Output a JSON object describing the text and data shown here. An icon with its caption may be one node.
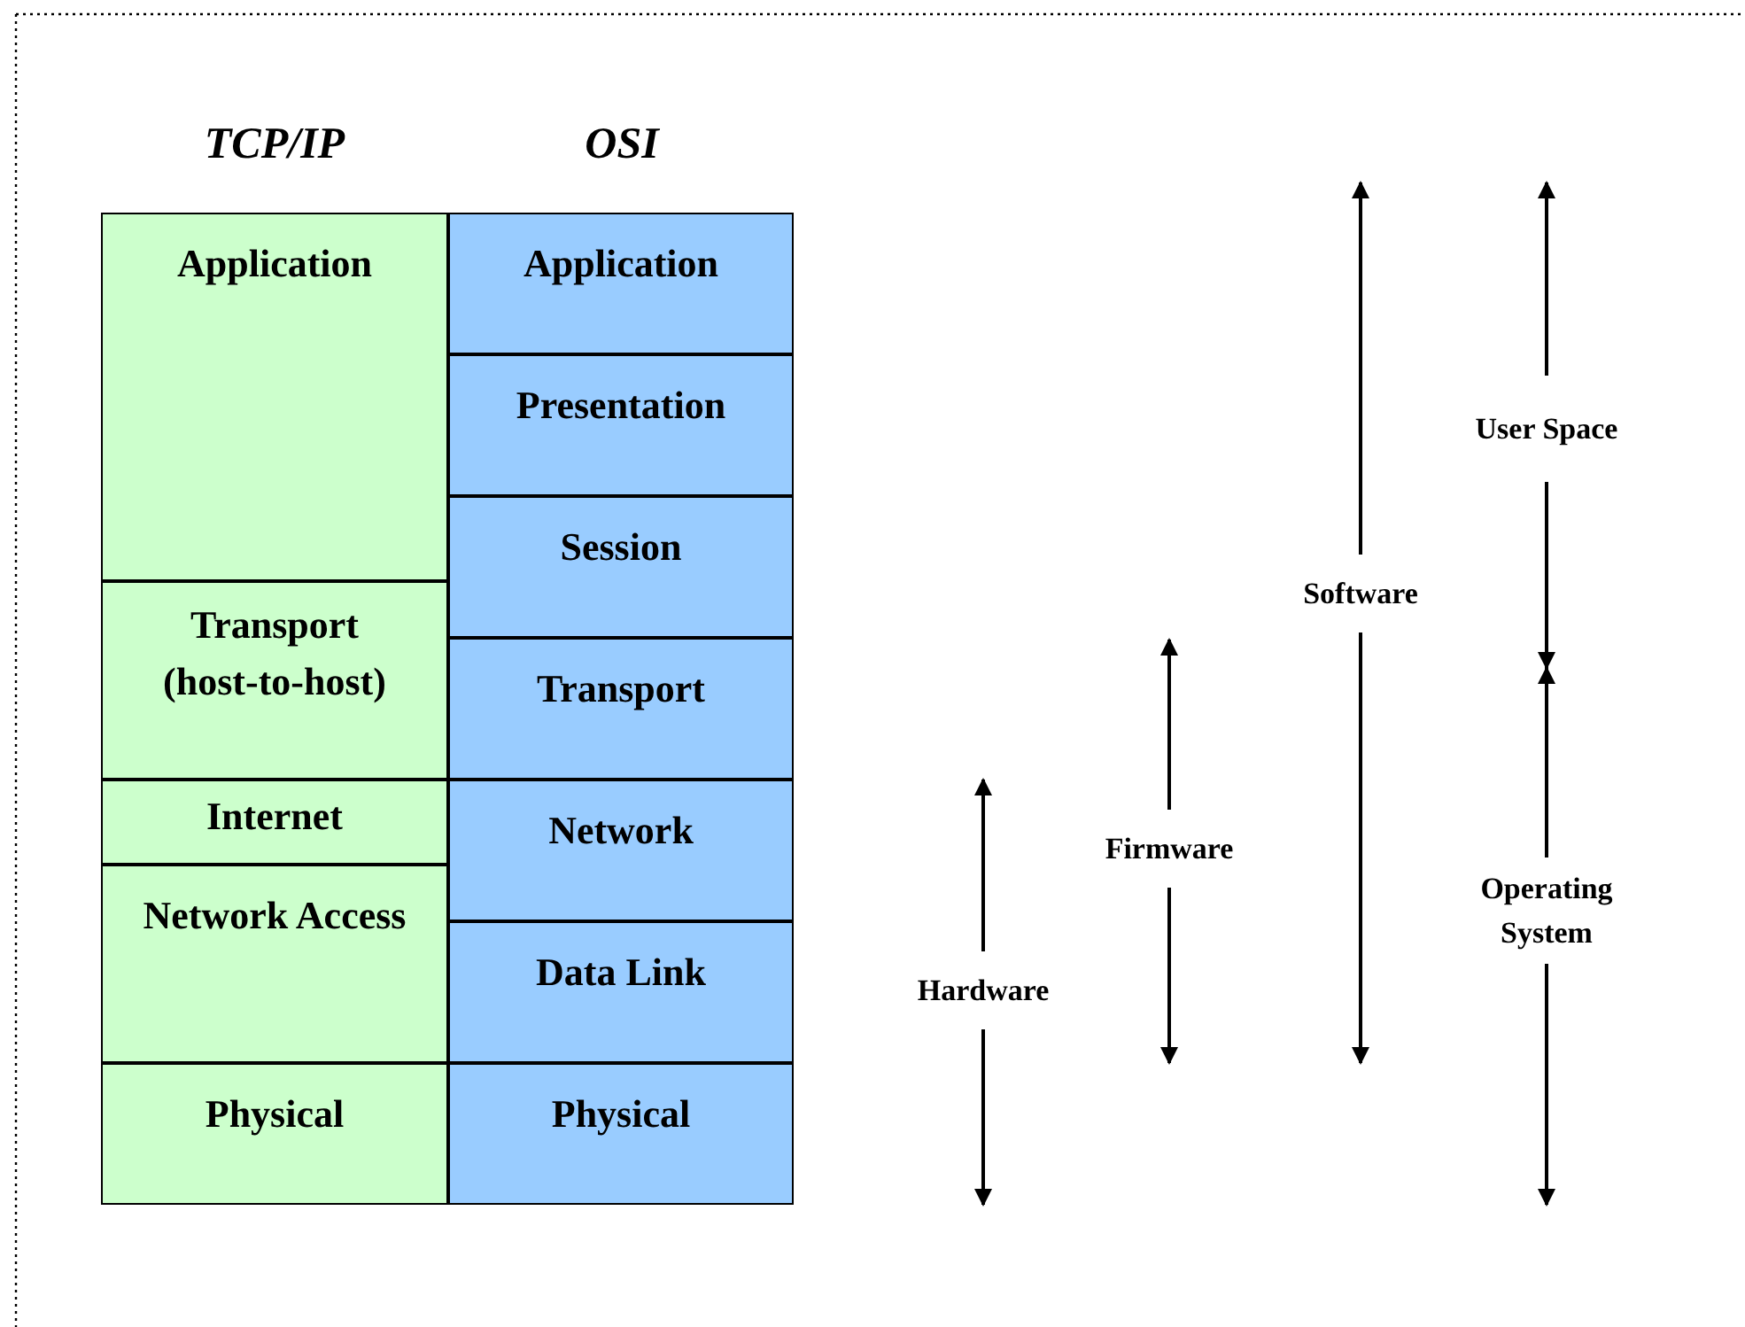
{
  "diagram": {
    "nodes": [
      {
        "text": [
          "Application"
        ]
      },
      {
        "text": [
          "Transport (host-to-host)"
        ]
      },
      {
        "text": [
          "Internet"
        ]
      },
      {
        "text": [
          "Network Access"
        ]
      },
      {
        "text": [
          "Physical"
        ]
      },
      {
        "text": [
          "Application"
        ]
      },
      {
        "text": [
          "Presentation"
        ]
      },
      {
        "text": [
          "Session"
        ]
      },
      {
        "text": [
          "Transport"
        ]
      },
      {
        "text": [
          "Network"
        ]
      },
      {
        "text": [
          "Data Link"
        ]
      },
      {
        "text": [
          "Physical"
        ]
      }
    ],
    "edges": [],
    "labels": [
      "TCP/IP",
      "OSI",
      "Software",
      "User Space",
      "Firmware",
      "Operating System",
      "Hardware"
    ]
  }
}
